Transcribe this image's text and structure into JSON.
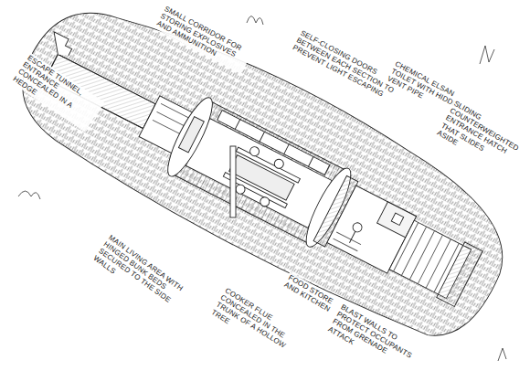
{
  "diagram": {
    "labels": [
      "SMALL CORRIDOR FOR STORING EXPLOSIVES AND AMMUNITION",
      "ESCAPE TUNNEL, ENTRANCE CONCEALED IN A HEDGE",
      "SELF-CLOSING DOORS BETWEEN EACH SECTION TO PREVENT LIGHT ESCAPING",
      "CHEMICAL ELSAN TOILET WITH HIDDEN VENT PIPE",
      "SLIDING COUNTERWEIGHTED ENTRANCE HATCH THAT SLIDES ASIDE",
      "MAIN LIVING AREA WITH HINGED BUNK BEDS SECURED TO THE SIDE WALLS",
      "COOKER FLUE CONCEALED IN THE TRUNK OF A HOLLOW TREE",
      "FOOD STORE AND KITCHEN",
      "BLAST WALLS TO PROTECT OCCUPANTS FROM GRENADE ATTACK"
    ]
  }
}
